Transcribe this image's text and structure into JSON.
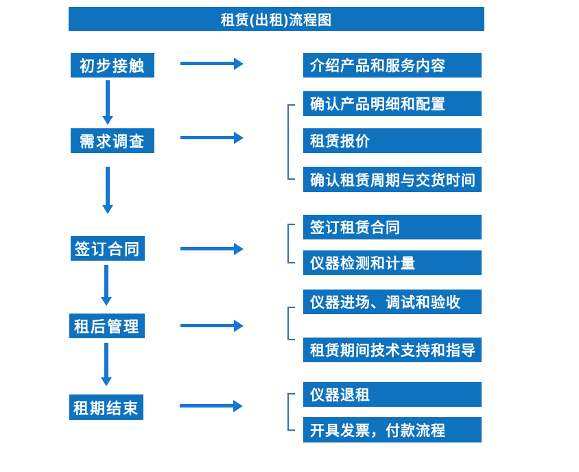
{
  "title": "租赁(出租)流程图",
  "colors": {
    "box": "#0E72BE",
    "arrow": "#1577D2",
    "bracket": "#3572B0",
    "text": "#FFFFFF",
    "background": "#FFFFFF"
  },
  "stages": [
    {
      "label": "初步接触",
      "details": [
        "介绍产品和服务内容"
      ]
    },
    {
      "label": "需求调查",
      "details": [
        "确认产品明细和配置",
        "租赁报价",
        "确认租赁周期与交货时间"
      ]
    },
    {
      "label": "签订合同",
      "details": [
        "签订租赁合同",
        "仪器检测和计量"
      ]
    },
    {
      "label": "租后管理",
      "details": [
        "仪器进场、调试和验收",
        "租赁期间技术支持和指导"
      ]
    },
    {
      "label": "租期结束",
      "details": [
        "仪器退租",
        "开具发票，付款流程"
      ]
    }
  ]
}
